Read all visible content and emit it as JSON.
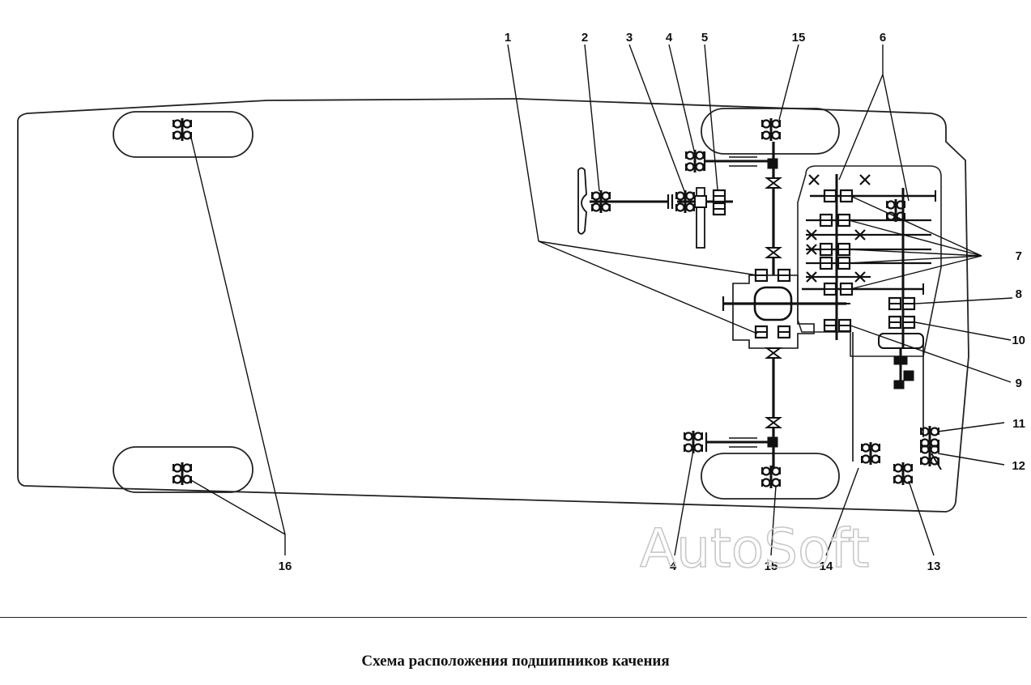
{
  "callouts": [
    "1",
    "2",
    "3",
    "4",
    "5",
    "15",
    "6",
    "7",
    "8",
    "10",
    "9",
    "11",
    "12",
    "13",
    "14",
    "15",
    "4",
    "16"
  ],
  "watermark": "AutoSoft",
  "caption": "Схема расположения подшипников качения"
}
